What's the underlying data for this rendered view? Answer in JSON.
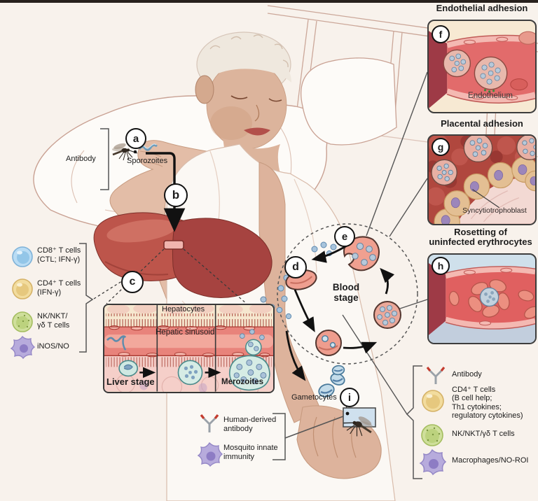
{
  "figure_title": "Malaria life cycle and immune responses diagram",
  "markers": {
    "a": "a",
    "b": "b",
    "c": "c",
    "d": "d",
    "e": "e",
    "f": "f",
    "g": "g",
    "h": "h",
    "i": "i"
  },
  "scene_labels": {
    "antibody": "Antibody",
    "sporozoites": "Sporozoites",
    "blood_stage": "Blood\nstage",
    "gametocytes": "Gametocytes"
  },
  "liver_inset": {
    "hepatocytes_label": "Hepatocytes",
    "sinusoid_label": "Hepatic sinusoid",
    "stage_label": "Liver stage",
    "merozoites_label": "Merozoites"
  },
  "adhesion_panels": [
    {
      "marker": "f",
      "title": "Endothelial adhesion",
      "inner_label": "Endothelium"
    },
    {
      "marker": "g",
      "title": "Placental adhesion",
      "inner_label": "Syncytiotrophoblast"
    },
    {
      "marker": "h",
      "title": "Rosetting of\nuninfected erythrocytes",
      "inner_label": ""
    }
  ],
  "cell_legend": {
    "items": [
      {
        "icon": "cd8-t-cell",
        "label": "CD8⁺ T cells\n(CTL; IFN-γ)"
      },
      {
        "icon": "cd4-t-cell",
        "label": "CD4⁺ T cells\n(IFN-γ)"
      },
      {
        "icon": "nk-nkt-gd-t-cell",
        "label": "NK/NKT/\nγδ T cells"
      },
      {
        "icon": "inos-no-cell",
        "label": "iNOS/NO"
      }
    ]
  },
  "mosquito_legend": {
    "items": [
      {
        "icon": "antibody",
        "label": "Human-derived\nantibody"
      },
      {
        "icon": "macrophage",
        "label": "Mosquito innate\nimmunity"
      }
    ]
  },
  "immune_legend": {
    "items": [
      {
        "icon": "antibody",
        "label": "Antibody"
      },
      {
        "icon": "cd4-t-cell",
        "label": "CD4⁺ T cells\n(B cell help;\nTh1 cytokines;\nregulatory cytokines)"
      },
      {
        "icon": "nk-nkt-gd-t-cell",
        "label": "NK/NKT/γδ T cells"
      },
      {
        "icon": "macrophage",
        "label": "Macrophages/NO-ROI"
      }
    ]
  },
  "colors": {
    "background": "#f8f2ec",
    "ink": "#1a1a1a",
    "vessel_red": "#e26b6b",
    "deep_red": "#9e3a46",
    "salmon_cell": "#ef9f90",
    "parasite_blue": "#b7c9da",
    "gametocyte_blue": "#c4dcea",
    "cd8_blue": "#b9dcf4",
    "cd4_yellow": "#f2dc9e",
    "nk_green": "#cfdf9b",
    "macrophage_purple": "#b7abdc",
    "antibody_gray": "#9aa1a8",
    "antibody_tip_red": "#c43b2e",
    "panel_cream": "#f7e9d3",
    "placenta_red": "#b0473e",
    "rosetting_blue": "#cfe0eb",
    "liver_red": "#b95148"
  }
}
